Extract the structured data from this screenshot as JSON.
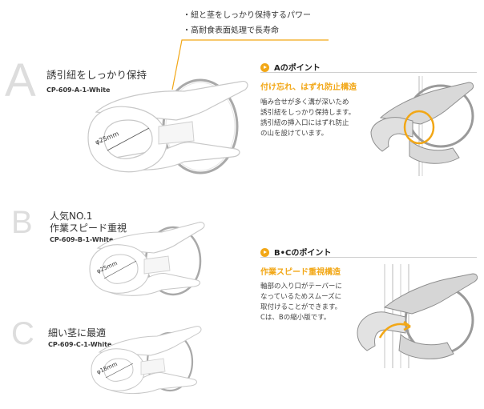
{
  "features": [
    "・紐と茎をしっかり保持するパワー",
    "・高耐食表面処理で長寿命"
  ],
  "products": {
    "a": {
      "letter": "A",
      "name": "誘引紐をしっかり保持",
      "code": "CP-609-A-1-White",
      "dimension": "φ25mm"
    },
    "b": {
      "letter": "B",
      "name_line1": "人気NO.1",
      "name_line2": "作業スピード重視",
      "code": "CP-609-B-1-White",
      "dimension": "φ25mm"
    },
    "c": {
      "letter": "C",
      "name": "細い茎に最適",
      "code": "CP-609-C-1-White",
      "dimension": "φ18mm"
    }
  },
  "points": {
    "a": {
      "title": "Aのポイント",
      "subtitle": "付け忘れ、はずれ防止構造",
      "body": [
        "噛み合せが多く溝が深いため",
        "誘引紐をしっかり保持します。",
        "誘引紐の挿入口にはずれ防止",
        "の山を設けています。"
      ]
    },
    "bc": {
      "title": "B•Cのポイント",
      "subtitle": "作業スピード重視構造",
      "body": [
        "軸部の入り口がテーパーに",
        "なっているためスムーズに",
        "取付けることができます。",
        "Cは、Bの縮小版です。"
      ]
    }
  },
  "colors": {
    "accent": "#f2a716",
    "clip": "#ffffff",
    "clip_outline": "#c8c8c8",
    "letter": "#dddddd"
  }
}
